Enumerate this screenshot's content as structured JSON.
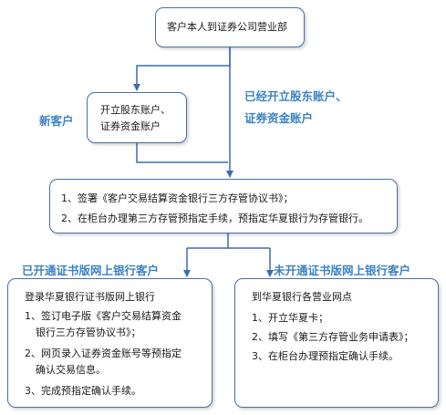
{
  "start_box": {
    "text": "客户本人到证券公司营业部"
  },
  "new_account_box": {
    "line1": "开立股东账户、",
    "line2": "证券资金账户"
  },
  "labels": {
    "new_customer": "新客户",
    "existing_line1": "已经开立股东账户、",
    "existing_line2": "证券资金账户",
    "online_banking": "已开通证书版网上银行客户",
    "no_online_banking": "未开通证书版网上银行客户"
  },
  "agreement_box": {
    "item1": "1、签署《客户交易结算资金银行三方存管协议书》；",
    "item2": "2、在柜台办理第三方存管预指定手续，预指定华夏银行为存管银行。"
  },
  "online_box": {
    "title": "登录华夏银行证书版网上银行",
    "item1_line1": "1、签订电子版《客户交易结算资金",
    "item1_line2": "银行三方存管协议书》；",
    "item2_line1": "2、网页录入证券资金账号等预指定",
    "item2_line2": "确认交易信息。",
    "item3": "3、完成预指定确认手续。"
  },
  "branch_box": {
    "title": "到华夏银行各营业网点",
    "item1": "1、开立华夏卡；",
    "item2": "2、填写《第三方存管业务申请表》；",
    "item3": "3、在柜台办理预指定确认手续。"
  },
  "colors": {
    "box_border": "#4a6fa8",
    "arrow": "#3b6cb0",
    "label_text": "#3b82c4"
  }
}
